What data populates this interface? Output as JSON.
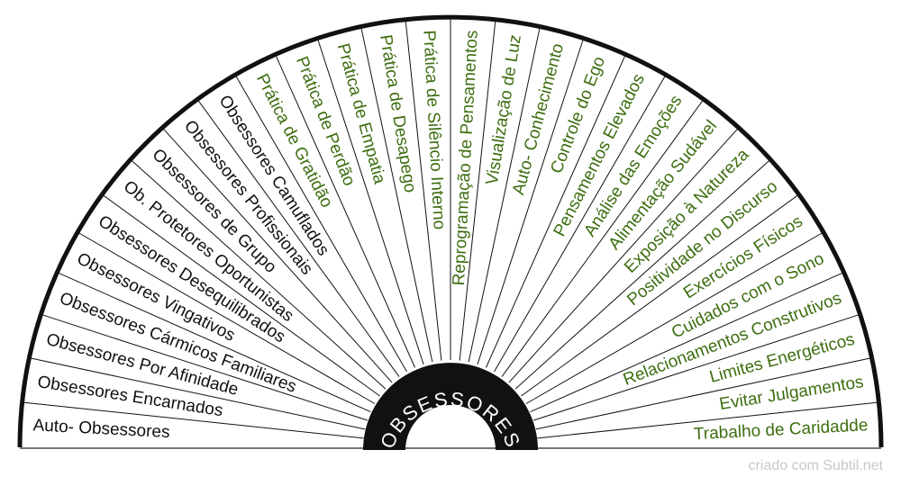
{
  "center_label": "OBSESSORES",
  "colors": {
    "obsessor": "#111111",
    "remedy": "#3d6e10",
    "ring": "#111111",
    "watermark": "#c8c8c8"
  },
  "segments": [
    {
      "label": "Auto- Obsessores",
      "group": "obsessor"
    },
    {
      "label": "Obsessores Encarnados",
      "group": "obsessor"
    },
    {
      "label": "Obsessores Por Afinidade",
      "group": "obsessor"
    },
    {
      "label": "Obsessores Cármicos Familiares",
      "group": "obsessor"
    },
    {
      "label": "Obsessores Vingativos",
      "group": "obsessor"
    },
    {
      "label": "Obsessores Desequilibrados",
      "group": "obsessor"
    },
    {
      "label": "Ob. Protetores Oportunistas",
      "group": "obsessor"
    },
    {
      "label": "Obsessores de Grupo",
      "group": "obsessor"
    },
    {
      "label": "Obsessores Profissionais",
      "group": "obsessor"
    },
    {
      "label": "Obsessores Camuflados",
      "group": "obsessor"
    },
    {
      "label": "Prática de Gratidão",
      "group": "remedy"
    },
    {
      "label": "Prática de Perdão",
      "group": "remedy"
    },
    {
      "label": "Prática de Empatia",
      "group": "remedy"
    },
    {
      "label": "Prática de Desapego",
      "group": "remedy"
    },
    {
      "label": "Prática de Silêncio Interno",
      "group": "remedy"
    },
    {
      "label": "Reprogramação de Pensamentos",
      "group": "remedy"
    },
    {
      "label": "Visualização de Luz",
      "group": "remedy"
    },
    {
      "label": "Auto- Conhecimento",
      "group": "remedy"
    },
    {
      "label": "Controle do Ego",
      "group": "remedy"
    },
    {
      "label": "Pensamentos Elevados",
      "group": "remedy"
    },
    {
      "label": "Análise das Emoções",
      "group": "remedy"
    },
    {
      "label": "Alimentação Sudável",
      "group": "remedy"
    },
    {
      "label": "Exposição à Natureza",
      "group": "remedy"
    },
    {
      "label": "Positividade no Discurso",
      "group": "remedy"
    },
    {
      "label": "Exercícios Físicos",
      "group": "remedy"
    },
    {
      "label": "Cuidados com o Sono",
      "group": "remedy"
    },
    {
      "label": "Relacionamentos Construtivos",
      "group": "remedy"
    },
    {
      "label": "Limites Energéticos",
      "group": "remedy"
    },
    {
      "label": "Evitar Julgamentos",
      "group": "remedy"
    },
    {
      "label": "Trabalho de Caridadde",
      "group": "remedy"
    }
  ],
  "watermark": "criado com Subtil.net"
}
